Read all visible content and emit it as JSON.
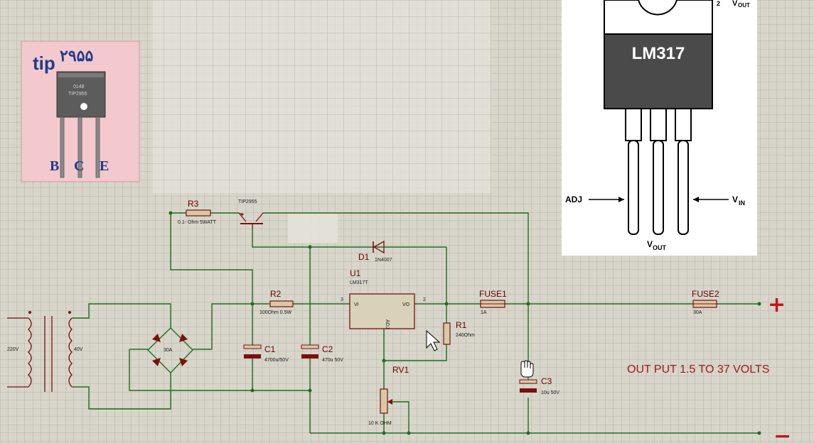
{
  "transistor_photo": {
    "title_latin": "tip",
    "title_digits": "۲۹۵۵",
    "pin_b": "B",
    "pin_c": "C",
    "pin_e": "E",
    "package_marking_1": "0148",
    "package_marking_2": "TIP2955"
  },
  "regulator_photo": {
    "part": "LM317",
    "pin_adj": "ADJ",
    "pin_vin": "V",
    "pin_vin_sub": "IN",
    "pin_vout": "V",
    "pin_vout_sub": "OUT",
    "top_vout": "V",
    "top_vout_sub": "OUT",
    "top_pin_num": "2"
  },
  "components": {
    "r3": {
      "ref": "R3",
      "value": "0.1- Ohm 5WATT"
    },
    "q1": {
      "value": "TIP2955"
    },
    "d1": {
      "ref": "D1",
      "value": "1N4007"
    },
    "u1": {
      "ref": "U1",
      "value": "LM317T",
      "pin_in": "VI",
      "pin_out": "VO",
      "pin_adj": "ADJ",
      "pin_num_in": "3",
      "pin_num_out": "2"
    },
    "r2": {
      "ref": "R2",
      "value": "100Ohm 0.5W"
    },
    "r1": {
      "ref": "R1",
      "value": "240Ohm"
    },
    "fuse1": {
      "ref": "FUSE1",
      "value": "1A"
    },
    "fuse2": {
      "ref": "FUSE2",
      "value": "30A"
    },
    "c1": {
      "ref": "C1",
      "value": "4700u/50V"
    },
    "c2": {
      "ref": "C2",
      "value": "470u 50V"
    },
    "c3": {
      "ref": "C3",
      "value": "10u 50V"
    },
    "rv1": {
      "ref": "RV1",
      "value": "10 K OHM"
    },
    "bridge": {
      "value": "30A"
    },
    "transformer": {
      "primary": "220V",
      "secondary": "40V"
    }
  },
  "output": {
    "note": "OUT PUT 1.5 TO 37 VOLTS",
    "plus": "+",
    "minus": "−"
  },
  "colors": {
    "background": "#d6d3c8",
    "grid": "#b2afa4",
    "wire": "#1e6b1e",
    "component": "#7a1010",
    "ic_fill": "#d8d2b8",
    "photo_bg": "#f3c9cd",
    "note": "#9a1a1a",
    "terminal": "#c0161c"
  }
}
